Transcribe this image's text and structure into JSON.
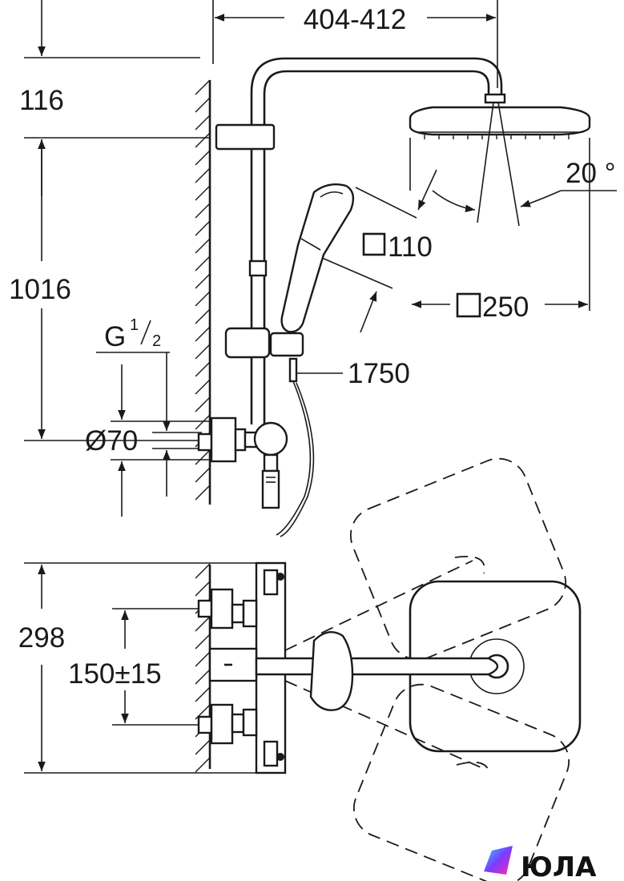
{
  "dimensions": {
    "arm_reach": "404-412",
    "head_offset": "116",
    "rail_height": "1016",
    "thread_g": "G",
    "thread_num": "1",
    "thread_den": "2",
    "rosette_diameter": "Ø70",
    "hand_shower_size": "110",
    "head_size": "250",
    "spray_angle": "20 °",
    "hose_length": "1750",
    "mixer_height": "298",
    "inlet_spacing": "150±15"
  },
  "watermark": {
    "text": "ЮЛА"
  }
}
